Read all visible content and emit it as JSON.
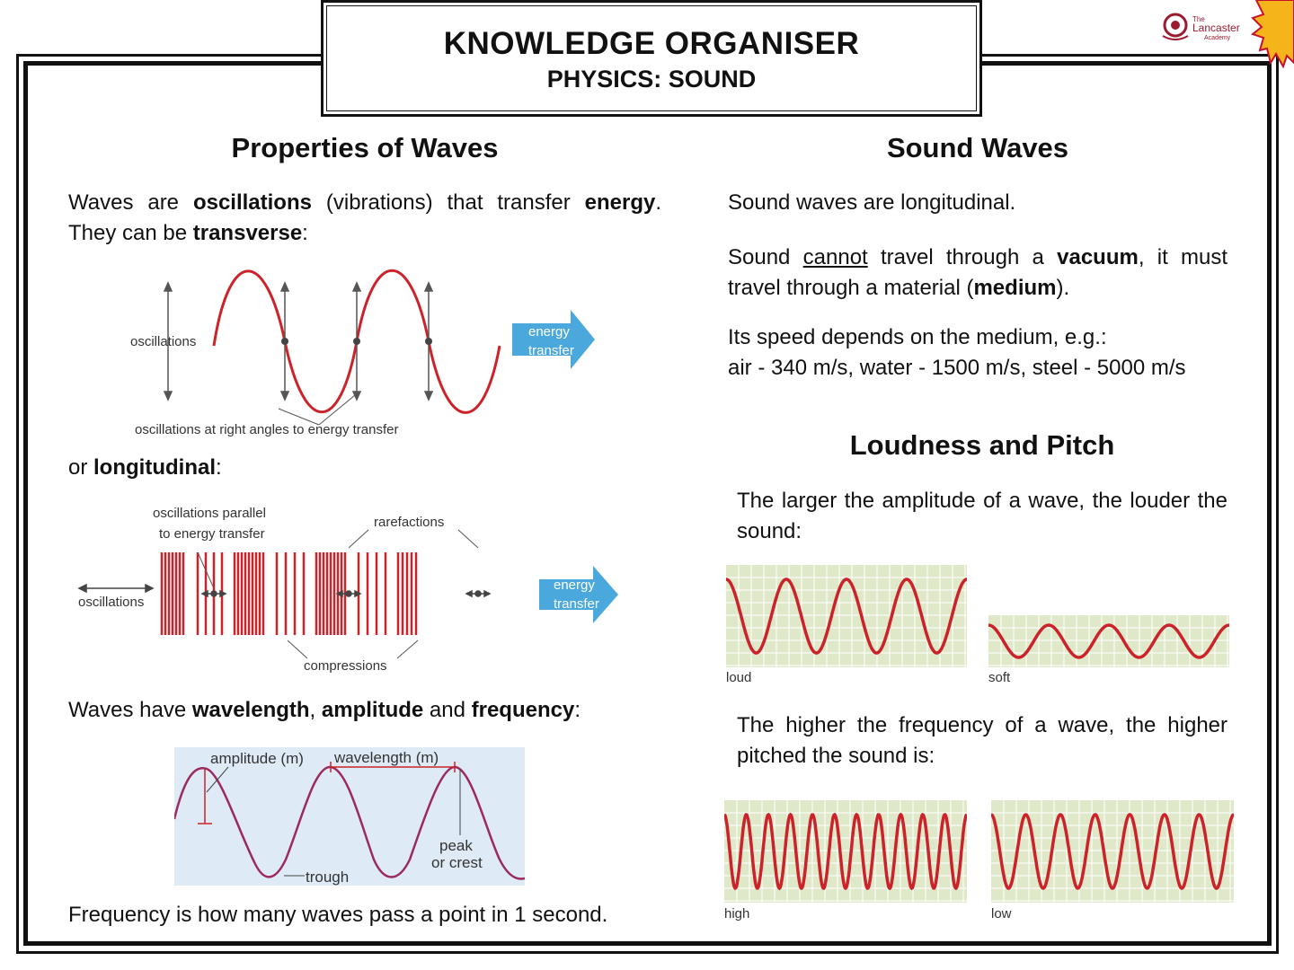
{
  "header": {
    "title": "KNOWLEDGE ORGANISER",
    "subtitle": "PHYSICS: SOUND",
    "logo": {
      "line1": "The",
      "line2": "Lancaster",
      "line3": "Academy"
    }
  },
  "left": {
    "heading": "Properties of Waves",
    "intro": {
      "t1": "Waves are ",
      "b1": "oscillations",
      "t2": " (vibrations) that transfer ",
      "b2": "energy",
      "t3": ". They can be ",
      "b3": "transverse",
      "t4": ":"
    },
    "transverse_diagram": {
      "oscillations": "oscillations",
      "energy": "energy",
      "transfer": "transfer",
      "caption": "oscillations at right angles to energy transfer"
    },
    "or_line": {
      "t1": "or ",
      "b1": "longitudinal",
      "t2": ":"
    },
    "longitudinal_diagram": {
      "parallel_1": "oscillations parallel",
      "parallel_2": "to energy transfer",
      "rarefactions": "rarefactions",
      "oscillations": "oscillations",
      "compressions": "compressions",
      "energy": "energy",
      "transfer": "transfer"
    },
    "properties_line": {
      "t1": "Waves have ",
      "b1": "wavelength",
      "t2": ", ",
      "b2": "amplitude",
      "t3": " and ",
      "b3": "frequency",
      "t4": ":"
    },
    "wave_diagram": {
      "amplitude": "amplitude (m)",
      "wavelength": "wavelength (m)",
      "peak": "peak",
      "crest": "or crest",
      "trough": "trough"
    },
    "frequency_text": "Frequency is how many waves pass a point in 1 second."
  },
  "right": {
    "heading": "Sound Waves",
    "p1": "Sound waves are longitudinal.",
    "p2": {
      "t1": "Sound ",
      "u1": "cannot",
      "t2": " travel through a ",
      "b1": "vacuum",
      "t3": ", it must travel through a material (",
      "b2": "medium",
      "t4": ")."
    },
    "p3_line1": "Its speed depends on the medium, e.g.:",
    "p3_line2": "air - 340 m/s, water - 1500 m/s, steel - 5000 m/s",
    "heading2": "Loudness and Pitch",
    "loud_text": "The larger the amplitude of a wave, the louder the sound:",
    "loud_label": "loud",
    "soft_label": "soft",
    "pitch_text": "The higher the frequency of a wave, the higher pitched the sound is:",
    "high_label": "high",
    "low_label": "low"
  },
  "colors": {
    "wave_red": "#cc2229",
    "arrow_blue": "#4aa8dc",
    "grid_bg": "#dfe8c8",
    "diagram_bg": "#deebf6"
  }
}
